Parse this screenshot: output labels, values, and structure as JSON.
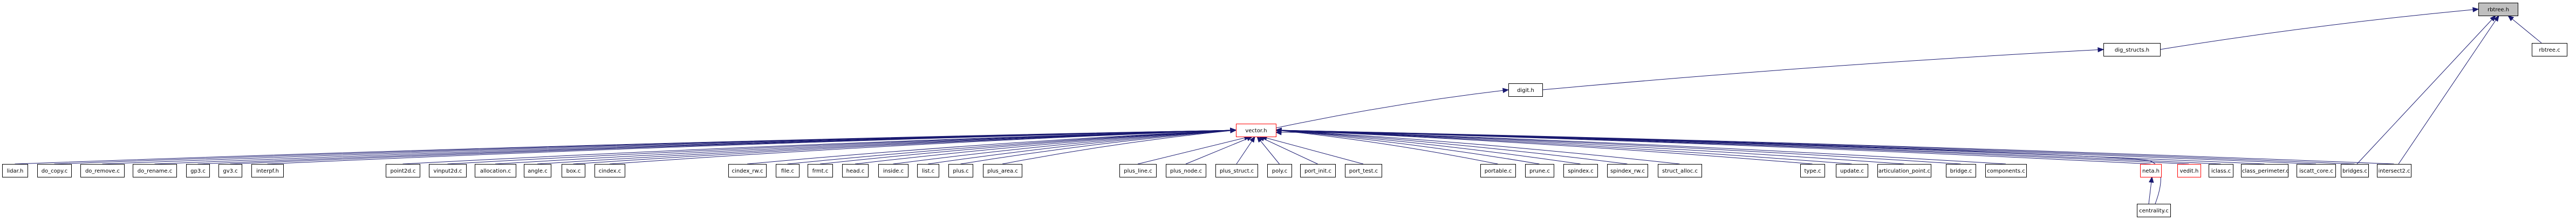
{
  "title": "rbtree.h include dependency graph",
  "colors": {
    "edge": "#191970",
    "node_border": "#000000",
    "node_border_missing": "#ff0000",
    "current_fill": "#bfbfbf"
  },
  "nodes": [
    {
      "id": "rbtree_h",
      "label": "rbtree.h",
      "kind": "current"
    },
    {
      "id": "rbtree_c",
      "label": "rbtree.c",
      "kind": "normal"
    },
    {
      "id": "dig_structs_h",
      "label": "dig_structs.h",
      "kind": "normal"
    },
    {
      "id": "digit_h",
      "label": "digit.h",
      "kind": "normal"
    },
    {
      "id": "vector_h",
      "label": "vector.h",
      "kind": "red"
    },
    {
      "id": "lidar_h",
      "label": "lidar.h",
      "kind": "normal"
    },
    {
      "id": "do_copy_c",
      "label": "do_copy.c",
      "kind": "normal"
    },
    {
      "id": "do_remove_c",
      "label": "do_remove.c",
      "kind": "normal"
    },
    {
      "id": "do_rename_c",
      "label": "do_rename.c",
      "kind": "normal"
    },
    {
      "id": "gp3_c",
      "label": "gp3.c",
      "kind": "normal"
    },
    {
      "id": "gv3_c",
      "label": "gv3.c",
      "kind": "normal"
    },
    {
      "id": "interpf_h",
      "label": "interpf.h",
      "kind": "normal"
    },
    {
      "id": "point2d_c",
      "label": "point2d.c",
      "kind": "normal"
    },
    {
      "id": "vinput2d_c",
      "label": "vinput2d.c",
      "kind": "normal"
    },
    {
      "id": "allocation_c",
      "label": "allocation.c",
      "kind": "normal"
    },
    {
      "id": "angle_c",
      "label": "angle.c",
      "kind": "normal"
    },
    {
      "id": "box_c",
      "label": "box.c",
      "kind": "normal"
    },
    {
      "id": "cindex_c",
      "label": "cindex.c",
      "kind": "normal"
    },
    {
      "id": "cindex_rw_c",
      "label": "cindex_rw.c",
      "kind": "normal"
    },
    {
      "id": "file_c",
      "label": "file.c",
      "kind": "normal"
    },
    {
      "id": "frmt_c",
      "label": "frmt.c",
      "kind": "normal"
    },
    {
      "id": "head_c",
      "label": "head.c",
      "kind": "normal"
    },
    {
      "id": "inside_c",
      "label": "inside.c",
      "kind": "normal"
    },
    {
      "id": "list_c",
      "label": "list.c",
      "kind": "normal"
    },
    {
      "id": "plus_c",
      "label": "plus.c",
      "kind": "normal"
    },
    {
      "id": "plus_area_c",
      "label": "plus_area.c",
      "kind": "normal"
    },
    {
      "id": "plus_line_c",
      "label": "plus_line.c",
      "kind": "normal"
    },
    {
      "id": "plus_node_c",
      "label": "plus_node.c",
      "kind": "normal"
    },
    {
      "id": "plus_struct_c",
      "label": "plus_struct.c",
      "kind": "normal"
    },
    {
      "id": "poly_c",
      "label": "poly.c",
      "kind": "normal"
    },
    {
      "id": "port_init_c",
      "label": "port_init.c",
      "kind": "normal"
    },
    {
      "id": "port_test_c",
      "label": "port_test.c",
      "kind": "normal"
    },
    {
      "id": "portable_c",
      "label": "portable.c",
      "kind": "normal"
    },
    {
      "id": "prune_c",
      "label": "prune.c",
      "kind": "normal"
    },
    {
      "id": "spindex_c",
      "label": "spindex.c",
      "kind": "normal"
    },
    {
      "id": "spindex_rw_c",
      "label": "spindex_rw.c",
      "kind": "normal"
    },
    {
      "id": "struct_alloc_c",
      "label": "struct_alloc.c",
      "kind": "normal"
    },
    {
      "id": "type_c",
      "label": "type.c",
      "kind": "normal"
    },
    {
      "id": "update_c",
      "label": "update.c",
      "kind": "normal"
    },
    {
      "id": "articulation_point_c",
      "label": "articulation_point.c",
      "kind": "normal"
    },
    {
      "id": "bridge_c",
      "label": "bridge.c",
      "kind": "normal"
    },
    {
      "id": "components_c",
      "label": "components.c",
      "kind": "normal"
    },
    {
      "id": "neta_h",
      "label": "neta.h",
      "kind": "red"
    },
    {
      "id": "vedit_h",
      "label": "vedit.h",
      "kind": "red"
    },
    {
      "id": "iclass_c",
      "label": "iclass.c",
      "kind": "normal"
    },
    {
      "id": "iclass_perimeter_c",
      "label": "iclass_perimeter.c",
      "kind": "normal"
    },
    {
      "id": "iscatt_core_c",
      "label": "iscatt_core.c",
      "kind": "normal"
    },
    {
      "id": "bridges_c",
      "label": "bridges.c",
      "kind": "normal"
    },
    {
      "id": "intersect2_c",
      "label": "intersect2.c",
      "kind": "normal"
    },
    {
      "id": "centrality_c",
      "label": "centrality.c",
      "kind": "normal"
    }
  ],
  "edges": [
    [
      "rbtree_c",
      "rbtree_h"
    ],
    [
      "dig_structs_h",
      "rbtree_h"
    ],
    [
      "bridges_c",
      "rbtree_h"
    ],
    [
      "intersect2_c",
      "rbtree_h"
    ],
    [
      "digit_h",
      "dig_structs_h"
    ],
    [
      "vector_h",
      "digit_h"
    ],
    [
      "lidar_h",
      "vector_h"
    ],
    [
      "do_copy_c",
      "vector_h"
    ],
    [
      "do_remove_c",
      "vector_h"
    ],
    [
      "do_rename_c",
      "vector_h"
    ],
    [
      "gp3_c",
      "vector_h"
    ],
    [
      "gv3_c",
      "vector_h"
    ],
    [
      "interpf_h",
      "vector_h"
    ],
    [
      "point2d_c",
      "vector_h"
    ],
    [
      "vinput2d_c",
      "vector_h"
    ],
    [
      "allocation_c",
      "vector_h"
    ],
    [
      "angle_c",
      "vector_h"
    ],
    [
      "box_c",
      "vector_h"
    ],
    [
      "cindex_c",
      "vector_h"
    ],
    [
      "cindex_rw_c",
      "vector_h"
    ],
    [
      "file_c",
      "vector_h"
    ],
    [
      "frmt_c",
      "vector_h"
    ],
    [
      "head_c",
      "vector_h"
    ],
    [
      "inside_c",
      "vector_h"
    ],
    [
      "list_c",
      "vector_h"
    ],
    [
      "plus_c",
      "vector_h"
    ],
    [
      "plus_area_c",
      "vector_h"
    ],
    [
      "plus_line_c",
      "vector_h"
    ],
    [
      "plus_node_c",
      "vector_h"
    ],
    [
      "plus_struct_c",
      "vector_h"
    ],
    [
      "poly_c",
      "vector_h"
    ],
    [
      "port_init_c",
      "vector_h"
    ],
    [
      "port_test_c",
      "vector_h"
    ],
    [
      "portable_c",
      "vector_h"
    ],
    [
      "prune_c",
      "vector_h"
    ],
    [
      "spindex_c",
      "vector_h"
    ],
    [
      "spindex_rw_c",
      "vector_h"
    ],
    [
      "struct_alloc_c",
      "vector_h"
    ],
    [
      "type_c",
      "vector_h"
    ],
    [
      "update_c",
      "vector_h"
    ],
    [
      "articulation_point_c",
      "vector_h"
    ],
    [
      "bridge_c",
      "vector_h"
    ],
    [
      "components_c",
      "vector_h"
    ],
    [
      "neta_h",
      "vector_h"
    ],
    [
      "vedit_h",
      "vector_h"
    ],
    [
      "iclass_c",
      "vector_h"
    ],
    [
      "iclass_perimeter_c",
      "vector_h"
    ],
    [
      "iscatt_core_c",
      "vector_h"
    ],
    [
      "bridges_c",
      "vector_h"
    ],
    [
      "intersect2_c",
      "vector_h"
    ],
    [
      "centrality_c",
      "vector_h"
    ],
    [
      "centrality_c",
      "neta_h"
    ]
  ]
}
